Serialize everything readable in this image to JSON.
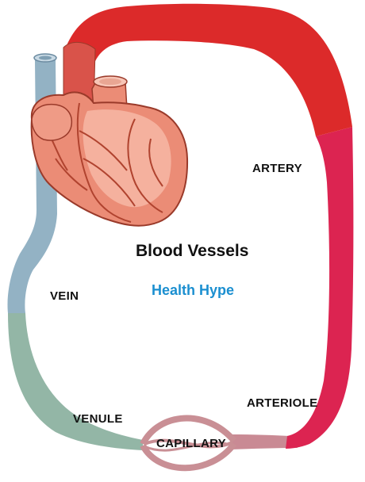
{
  "diagram": {
    "title": "Blood Vessels",
    "watermark": "Health Hype",
    "labels": {
      "artery": "ARTERY",
      "vein": "VEIN",
      "arteriole": "ARTERIOLE",
      "venule": "VENULE",
      "capillary": "CAPILLARY"
    }
  },
  "colors": {
    "artery_top": "#dc2a2a",
    "artery_side": "#dc2451",
    "arteriole": "#c98a94",
    "capillary": "#c98f95",
    "venule": "#93b6a6",
    "vein": "#93b2c4",
    "heart": "#eb8c76",
    "heart_light": "#f5b19e",
    "heart_outline": "#9a3a2a",
    "title_text": "#111111",
    "watermark_text": "#1b8fd0"
  }
}
